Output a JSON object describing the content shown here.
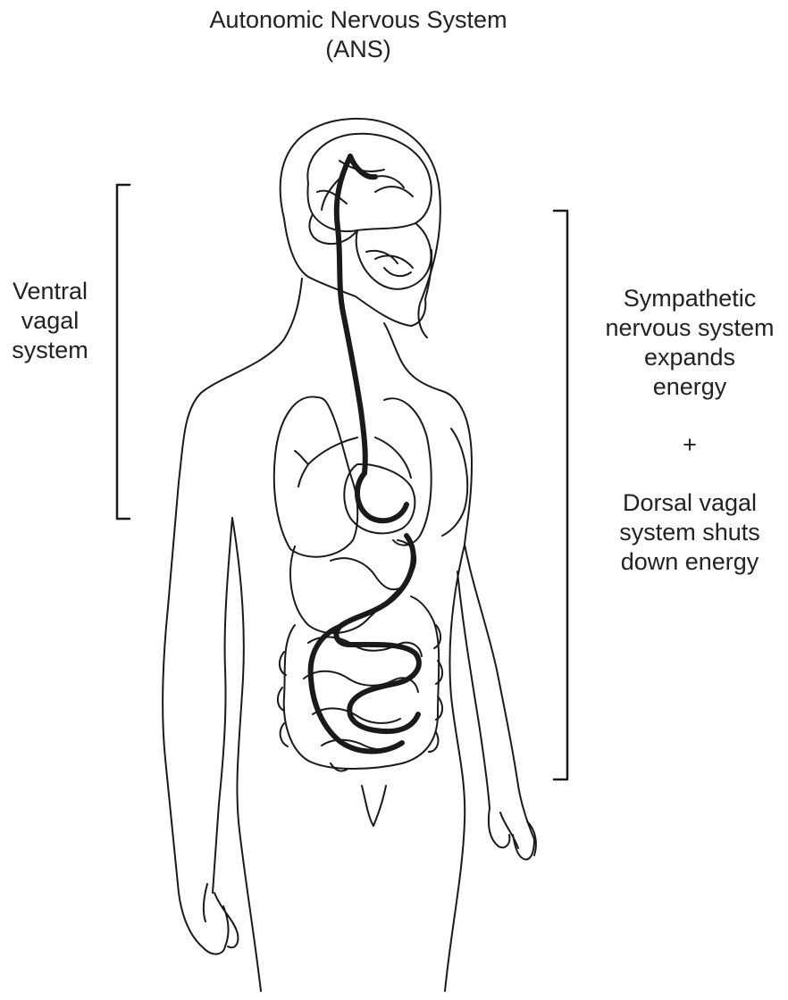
{
  "title": {
    "line1": "Autonomic Nervous System",
    "line2": "(ANS)"
  },
  "ventral": {
    "lines": [
      "Ventral",
      "vagal",
      "system"
    ]
  },
  "sympathetic": {
    "lines": [
      "Sympathetic",
      "nervous system",
      "expands",
      "energy"
    ]
  },
  "plus": "+",
  "dorsal": {
    "lines": [
      "Dorsal vagal",
      "system shuts",
      "down energy"
    ]
  },
  "colors": {
    "line": "#1a1a1a",
    "text": "#222222"
  }
}
